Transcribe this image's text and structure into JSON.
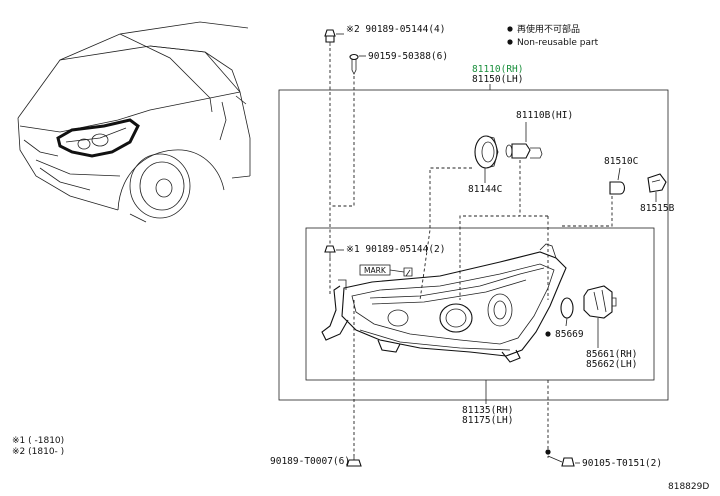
{
  "legend": {
    "reusable_jp": "再使用不可部品",
    "nonreusable_en": "Non-reusable part"
  },
  "labels": {
    "bolt_top": "※2 90189-05144(4)",
    "screw_top": "90159-50388(6)",
    "assembly_rh": "81110(RH)",
    "assembly_lh": "81150(LH)",
    "hi_bulb": "81110B(HI)",
    "cap": "81144C",
    "side_lamp": "81510C",
    "socket": "81515B",
    "bolt_inner": "※1 90189-05144(2)",
    "mark": "MARK",
    "oring": "85669",
    "actuator_rh": "85661(RH)",
    "actuator_lh": "85662(LH)",
    "housing_rh": "81135(RH)",
    "housing_lh": "81175(LH)",
    "bolt_bottom_left": "90189-T0007(6)",
    "bolt_bottom_right": "90105-T0151(2)",
    "footnote_1": "※1 (     -1810)",
    "footnote_2": "※2 (1810-     )",
    "diagram_id": "818829D"
  },
  "colors": {
    "highlight": "#1a8f3c",
    "line": "#111111"
  }
}
